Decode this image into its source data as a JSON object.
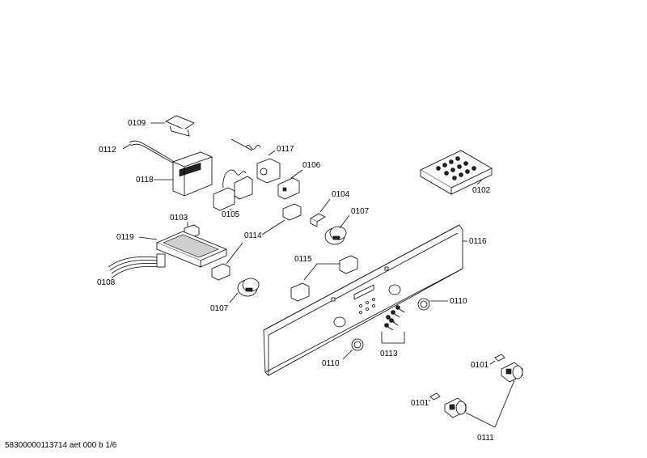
{
  "labels": {
    "p0109": "0109",
    "p0112": "0112",
    "p0118": "0118",
    "p0117": "0117",
    "p0106": "0106",
    "p0105": "0105",
    "p0104": "0104",
    "p0107a": "0107",
    "p0102": "0102",
    "p0103": "0103",
    "p0119": "0119",
    "p0114": "0114",
    "p0116": "0116",
    "p0108": "0108",
    "p0115": "0115",
    "p0107b": "0107",
    "p0110a": "0110",
    "p0110b": "0110",
    "p0113": "0113",
    "p0101a": "0101",
    "p0101b": "0101",
    "p0111": "0111"
  },
  "footer": "58300000113714 aet 000 b 1/6"
}
